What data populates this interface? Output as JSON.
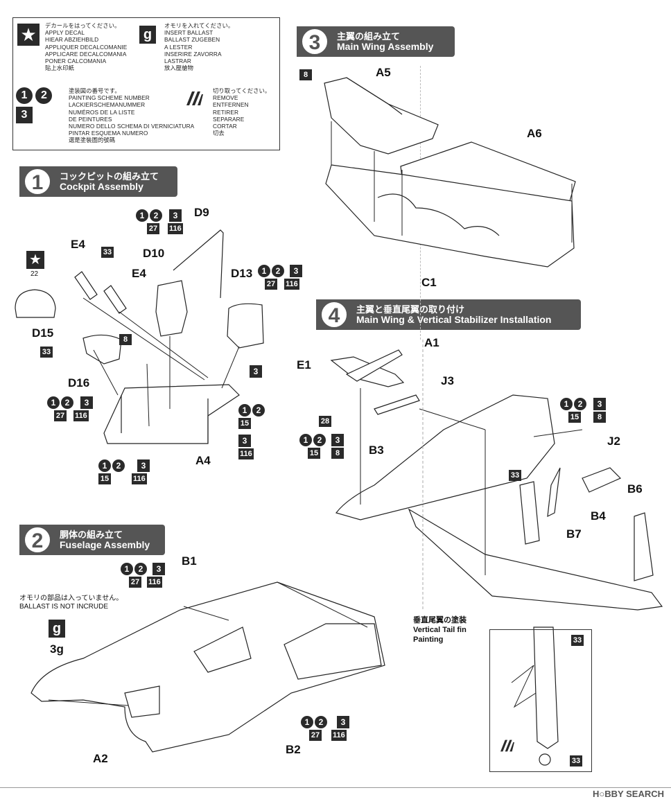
{
  "legend": {
    "decal": {
      "icon": "star-icon",
      "lines": "デカールをはってください。\nAPPLY DECAL\nHIEAR ABZIEHBILD\nAPPLIQUER DECALCOMANIE\nAPPLICARE DECALCOMANIA\nPONER CALCOMANIA\n貼上水印紙"
    },
    "ballast": {
      "icon": "g",
      "lines": "オモリを入れてください。\nINSERT BALLAST\nBALLAST ZUGEBEN\nA LESTER\nINSERIRE ZAVORRA\nLASTRAR\n放入壓艙物"
    },
    "painting": {
      "c1": "1",
      "c2": "2",
      "s3": "3",
      "lines": "塗装図の番号です。\nPAINTING SCHEME NUMBER\nLACKIERSCHEMANUMMER\nNUMÉROS DE LA LISTE\nDE PEINTURES\nNUMERO DELLO SCHEMA DI VERNICIATURA\nPINTAR ESQUEMA NUMERO\n選是塗裝圖的號碼"
    },
    "remove": {
      "icon": "cut-icon",
      "lines": "切り取ってください。\nREMOVE\nENTFERNEN\nRETIRER\nSEPARARE\nCORTAR\n切去"
    }
  },
  "steps": [
    {
      "num": "1",
      "jp": "コックピットの組み立て",
      "en": "Cockpit Assembly"
    },
    {
      "num": "2",
      "jp": "胴体の組み立て",
      "en": "Fuselage Assembly"
    },
    {
      "num": "3",
      "jp": "主翼の組み立て",
      "en": "Main Wing Assembly"
    },
    {
      "num": "4",
      "jp": "主翼と垂直尾翼の取り付け",
      "en": "Main Wing & Vertical Stabilizer Installation"
    }
  ],
  "parts": {
    "d9": "D9",
    "e4a": "E4",
    "d10": "D10",
    "e4b": "E4",
    "d13": "D13",
    "d15": "D15",
    "d16": "D16",
    "a4": "A4",
    "b1": "B1",
    "a2": "A2",
    "b2": "B2",
    "a5": "A5",
    "a6": "A6",
    "c1": "C1",
    "a1": "A1",
    "e1": "E1",
    "j3": "J3",
    "b3": "B3",
    "j2": "J2",
    "b6": "B6",
    "b4": "B4",
    "b7": "B7",
    "3g": "3g"
  },
  "codes": {
    "c1": "1",
    "c2": "2",
    "c3": "3",
    "n27": "27",
    "n116": "116",
    "n33": "33",
    "n8": "8",
    "n15": "15",
    "n28": "28",
    "n3": "3",
    "n22": "22"
  },
  "notes": {
    "ballast_note": "オモリの部品は入っていません。\nBALLAST IS NOT INCRUDE",
    "vtail_title": "垂直尾翼の塗装\nVertical Tail fin\nPainting"
  },
  "watermark": "H○BBY SEARCH"
}
